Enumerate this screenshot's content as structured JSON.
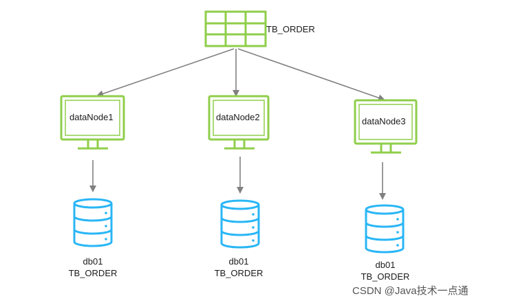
{
  "table": {
    "label": "TB_ORDER"
  },
  "data_nodes": [
    {
      "label": "dataNode1",
      "database": "db01",
      "table": "TB_ORDER"
    },
    {
      "label": "dataNode2",
      "database": "db01",
      "table": "TB_ORDER"
    },
    {
      "label": "dataNode3",
      "database": "db01",
      "table": "TB_ORDER"
    }
  ],
  "watermark": "CSDN @Java技术一点通",
  "colors": {
    "monitor": "#8fce4a",
    "database": "#29b6f6",
    "arrow": "#808080"
  },
  "icons": {
    "table": "table-icon",
    "node": "monitor-icon",
    "database": "database-icon"
  }
}
